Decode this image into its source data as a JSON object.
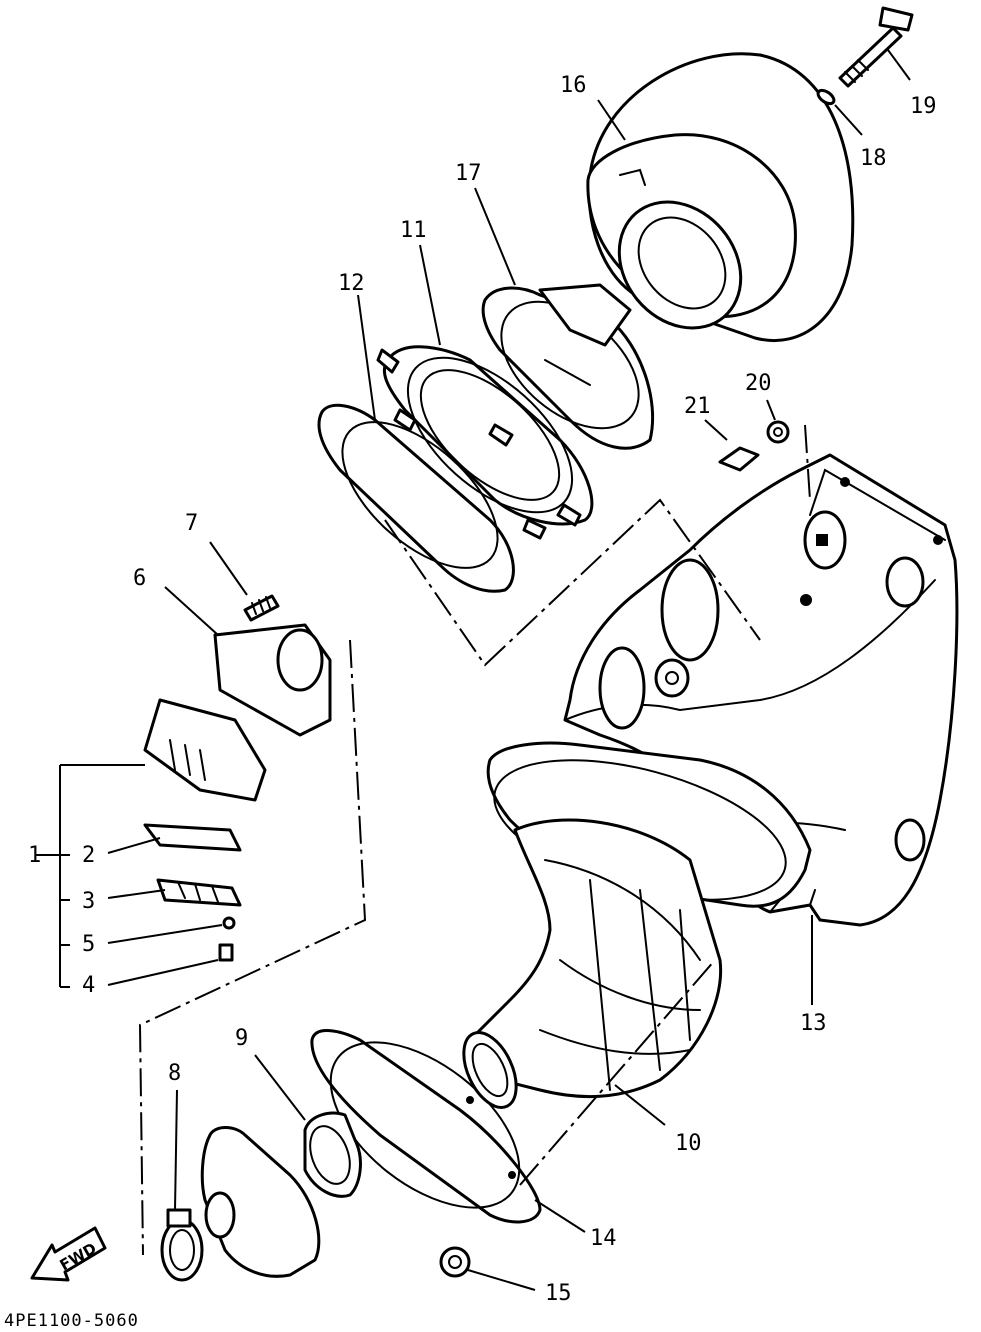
{
  "figure_code": "4PE1100-5060",
  "direction_label": "FWD",
  "callouts": [
    {
      "id": "1",
      "part": "reed-valve-assembly"
    },
    {
      "id": "2",
      "part": "reed-valve"
    },
    {
      "id": "3",
      "part": "valve-stopper"
    },
    {
      "id": "4",
      "part": "screw"
    },
    {
      "id": "5",
      "part": "washer"
    },
    {
      "id": "6",
      "part": "gasket"
    },
    {
      "id": "7",
      "part": "bolt"
    },
    {
      "id": "8",
      "part": "hose-clamp"
    },
    {
      "id": "9",
      "part": "carburetor-joint-gasket"
    },
    {
      "id": "10",
      "part": "intake-duct"
    },
    {
      "id": "11",
      "part": "filter-joint-plate"
    },
    {
      "id": "12",
      "part": "joint-gasket"
    },
    {
      "id": "13",
      "part": "air-filter-case"
    },
    {
      "id": "14",
      "part": "duct-joint-plate"
    },
    {
      "id": "15",
      "part": "nut"
    },
    {
      "id": "16",
      "part": "air-filter-element"
    },
    {
      "id": "17",
      "part": "element-guide"
    },
    {
      "id": "18",
      "part": "washer"
    },
    {
      "id": "19",
      "part": "wing-bolt"
    },
    {
      "id": "20",
      "part": "washer"
    },
    {
      "id": "21",
      "part": "bolt"
    }
  ]
}
